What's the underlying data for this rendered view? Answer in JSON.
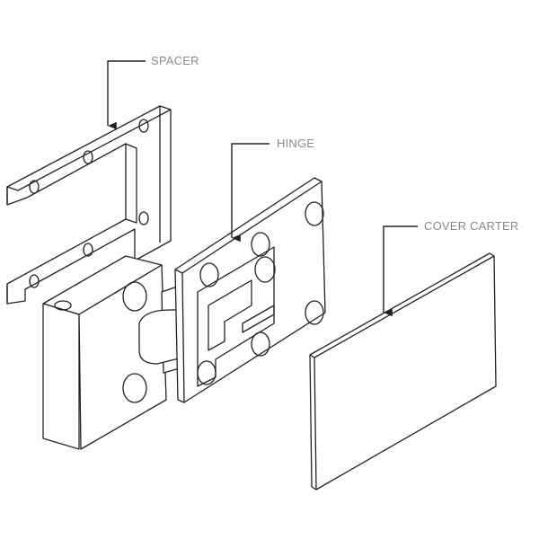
{
  "diagram": {
    "labels": {
      "spacer": "SPACER",
      "hinge": "HINGE",
      "cover": "COVER CARTER"
    }
  }
}
